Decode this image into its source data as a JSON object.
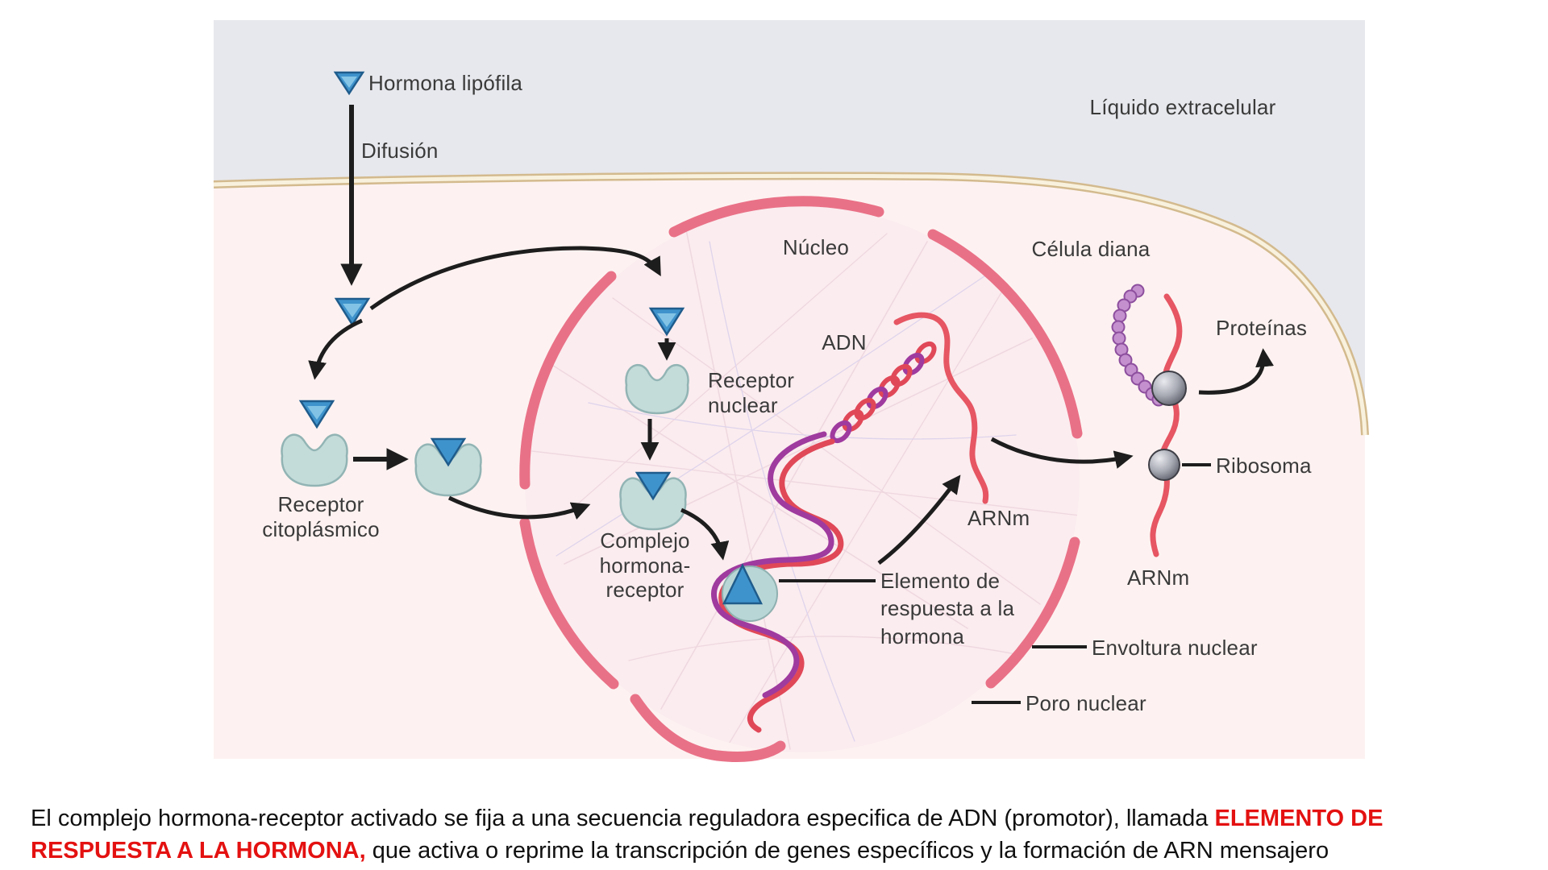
{
  "figure": {
    "labels": {
      "hormona_lipofila": "Hormona lipófila",
      "difusion": "Difusión",
      "liquido_extracelular": "Líquido extracelular",
      "celula_diana": "Célula diana",
      "nucleo": "Núcleo",
      "adn": "ADN",
      "receptor_nuclear": [
        "Receptor",
        "nuclear"
      ],
      "receptor_citoplasmico": [
        "Receptor",
        "citoplásmico"
      ],
      "complejo_hormona_receptor": [
        "Complejo",
        "hormona-",
        "receptor"
      ],
      "elemento_respuesta": [
        "Elemento de",
        "respuesta a la",
        "hormona"
      ],
      "arnm_nucleo": "ARNm",
      "arnm_citoplasma": "ARNm",
      "envoltura_nuclear": "Envoltura nuclear",
      "poro_nuclear": "Poro nuclear",
      "proteinas": "Proteínas",
      "ribosoma": "Ribosoma"
    },
    "icons": {
      "hormone_triangle": "blue triangle = lipophilic hormone molecule",
      "receptor_notch": "teal notched blob = hormone receptor",
      "ribosome_sphere": "gray sphere = ribosome"
    },
    "colors": {
      "extracellular_bg": "#e7e8ed",
      "cytoplasm_bg": "#fdf2f1",
      "nucleus_bg": "#fbecef",
      "membrane_tan": "#d3ba8e",
      "nuclear_envelope_rose": "#e97187",
      "hormone_blue": "#3f93cc",
      "receptor_teal": "#c3dbd9",
      "dna_red": "#e04858",
      "dna_purple": "#9f3a9f",
      "mrna_red": "#e65663",
      "protein_purple": "#c490ce",
      "arrow_black": "#1d1d1d",
      "caption_red": "#e41111"
    }
  },
  "caption": {
    "part1": "El complejo hormona-receptor activado se fija a una secuencia reguladora especifica de ADN (promotor), llamada ",
    "highlight": "ELEMENTO DE RESPUESTA A LA HORMONA,",
    "part2": " que activa o reprime la transcripción de genes específicos y la formación de ARN mensajero"
  }
}
